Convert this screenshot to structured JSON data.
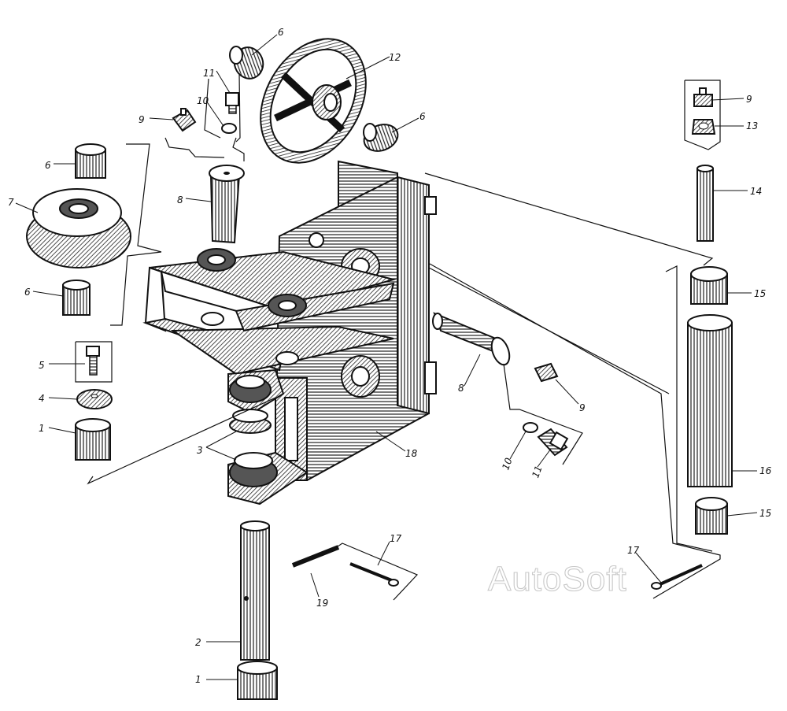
{
  "watermark": "AutoSoft",
  "callouts": [
    "1",
    "2",
    "3",
    "4",
    "5",
    "6",
    "7",
    "8",
    "9",
    "10",
    "11",
    "12",
    "13",
    "14",
    "15",
    "16",
    "17",
    "18",
    "19"
  ],
  "colors": {
    "ink": "#111111",
    "hatch": "#555555",
    "watermark": "#c8c8c8",
    "paper": "#ffffff"
  }
}
